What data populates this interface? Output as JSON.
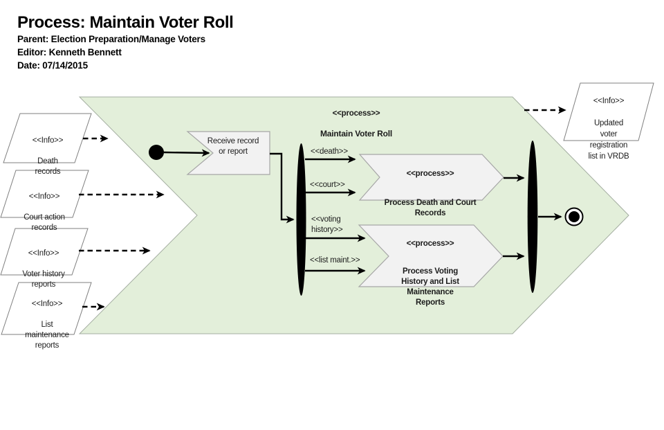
{
  "header": {
    "title": "Process: Maintain Voter Roll",
    "parent": "Parent: Election Preparation/Manage Voters",
    "editor": "Editor: Kenneth Bennett",
    "date": "Date: 07/14/2015"
  },
  "colors": {
    "process_fill": "#e3efda",
    "step_fill": "#f2f2f2",
    "io_fill": "#ffffff"
  },
  "main_process": {
    "stereotype": "<<process>>",
    "name": "Maintain Voter Roll"
  },
  "inputs": [
    {
      "stereotype": "<<Info>>",
      "label": "Death\nrecords"
    },
    {
      "stereotype": "<<Info>>",
      "label": "Court action\nrecords"
    },
    {
      "stereotype": "<<Info>>",
      "label": "Voter history\nreports"
    },
    {
      "stereotype": "<<Info>>",
      "label": "List\nmaintenance\nreports"
    }
  ],
  "output": {
    "stereotype": "<<Info>>",
    "label": "Updated\nvoter\nregistration\nlist in VRDB"
  },
  "steps": {
    "receive": "Receive record\nor report",
    "branches": [
      "<<death>>",
      "<<court>>",
      "<<voting\nhistory>>",
      "<<list maint.>>"
    ],
    "sub1": {
      "stereotype": "<<process>>",
      "name": "Process Death and Court\nRecords"
    },
    "sub2": {
      "stereotype": "<<process>>",
      "name": "Process Voting\nHistory and List\nMaintenance\nReports"
    }
  }
}
